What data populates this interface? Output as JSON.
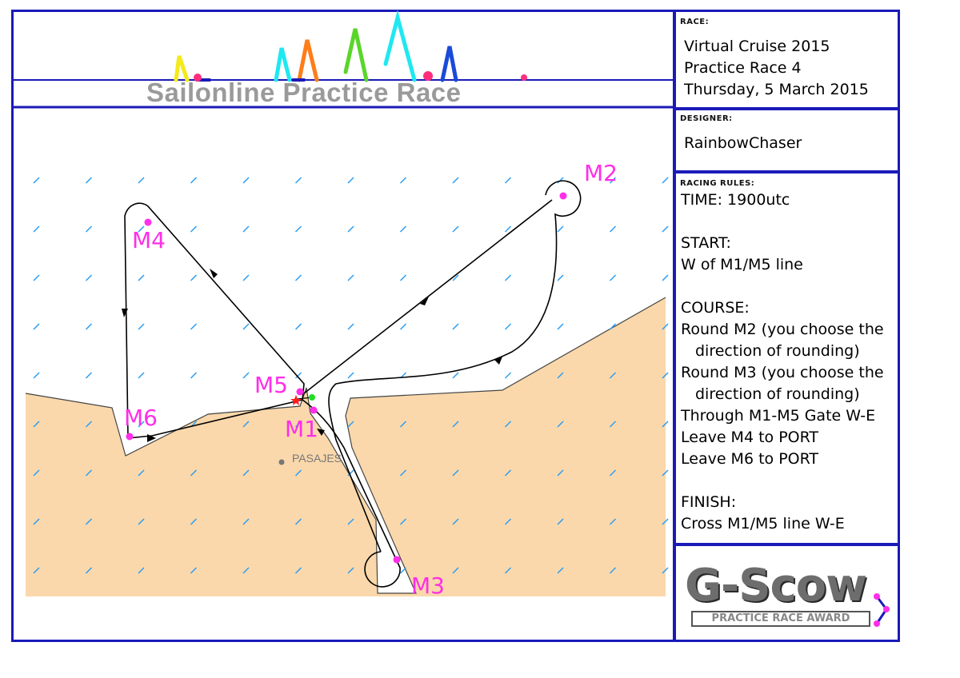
{
  "banner": {
    "title": "Sailonline Practice Race"
  },
  "race_panel": {
    "label": "RACE:",
    "line1": "Virtual Cruise 2015",
    "line2": "Practice Race 4",
    "line3": "Thursday, 5 March 2015"
  },
  "designer_panel": {
    "label": "DESIGNER:",
    "name": "RainbowChaser"
  },
  "rules_panel": {
    "label": "RACING RULES:",
    "time": "TIME: 1900utc",
    "start_heading": "START:",
    "start_text": "W of M1/M5 line",
    "course_heading": "COURSE:",
    "course_1a": "Round M2 (you choose the",
    "course_1b": "direction of rounding)",
    "course_2a": "Round M3 (you choose the",
    "course_2b": "direction of rounding)",
    "course_3": "Through M1-M5 Gate W-E",
    "course_4": "Leave M4 to PORT",
    "course_5": "Leave M6 to PORT",
    "finish_heading": "FINISH:",
    "finish_text": "Cross M1/M5 line W-E"
  },
  "award": {
    "title": "G-Scow",
    "subtitle": "PRACTICE RACE AWARD"
  },
  "map": {
    "place_label": "PASAJES",
    "marks": [
      "M1",
      "M2",
      "M3",
      "M4",
      "M5",
      "M6"
    ],
    "colors": {
      "land": "#fad8ab",
      "water": "#ffffff",
      "wind_arrow": "#2a9df4",
      "mark": "#ff2ee8",
      "frame": "#1a1ab8"
    }
  }
}
